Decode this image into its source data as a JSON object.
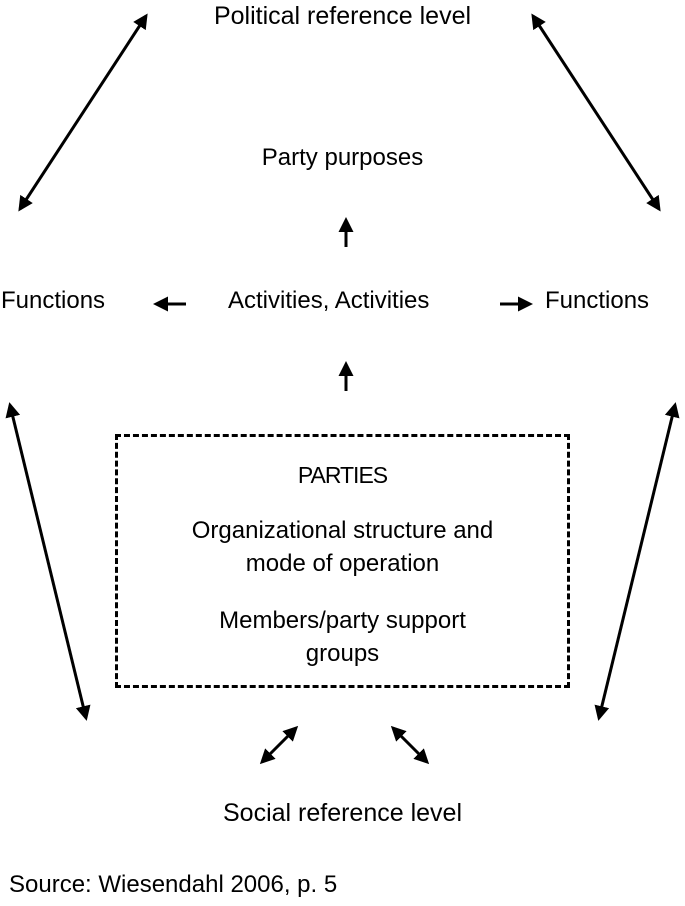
{
  "diagram": {
    "political_level": "Political reference level",
    "party_purposes": "Party purposes",
    "functions_left": "Functions",
    "activities": "Activities, Activities",
    "functions_right": "Functions",
    "parties_box": {
      "title": "PARTIES",
      "structure": [
        "Organizational structure and",
        "mode of operation"
      ],
      "members": [
        "Members/party support",
        "groups"
      ]
    },
    "social_level": "Social reference level"
  },
  "source": "Source: Wiesendahl 2006, p. 5"
}
